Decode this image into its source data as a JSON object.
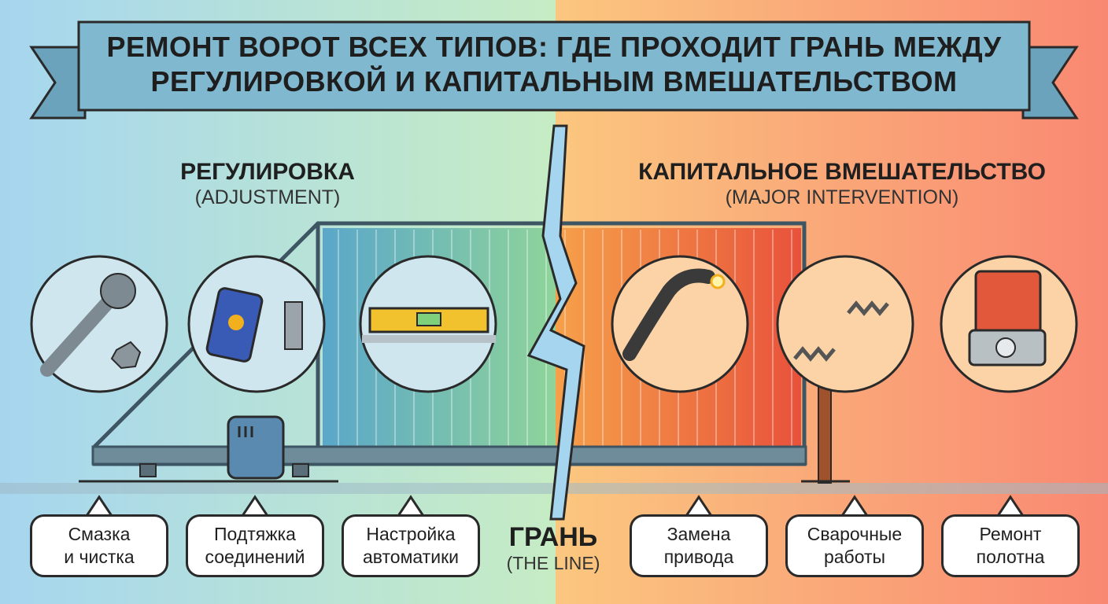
{
  "title": "РЕМОНТ ВОРОТ ВСЕХ ТИПОВ: ГДЕ ПРОХОДИТ ГРАНЬ МЕЖДУ\nРЕГУЛИРОВКОЙ И КАПИТАЛЬНЫМ ВМЕШАТЕЛЬСТВОМ",
  "left_section": {
    "title": "РЕГУЛИРОВКА",
    "subtitle": "(ADJUSTMENT)"
  },
  "right_section": {
    "title": "КАПИТАЛЬНОЕ ВМЕШАТЕЛЬСТВО",
    "subtitle": "(MAJOR INTERVENTION)"
  },
  "center": {
    "title": "ГРАНЬ",
    "subtitle": "(THE LINE)"
  },
  "adjustments": [
    {
      "label": "Смазка\nи чистка",
      "icon": "wrench-icon"
    },
    {
      "label": "Подтяжка\nсоединений",
      "icon": "spray-can-icon"
    },
    {
      "label": "Настройка\nавтоматики",
      "icon": "level-icon"
    }
  ],
  "interventions": [
    {
      "label": "Замена\nпривода",
      "icon": "welding-torch-icon"
    },
    {
      "label": "Сварочные\nработы",
      "icon": "broken-spring-icon"
    },
    {
      "label": "Ремонт\nполотна",
      "icon": "gate-motor-icon"
    }
  ],
  "colors": {
    "left_start": "#a6d6ef",
    "left_end": "#c4ecc4",
    "right_start": "#fbc77f",
    "right_end": "#f98872",
    "banner": "#7fb6cd",
    "outline": "#2a2a2a"
  }
}
